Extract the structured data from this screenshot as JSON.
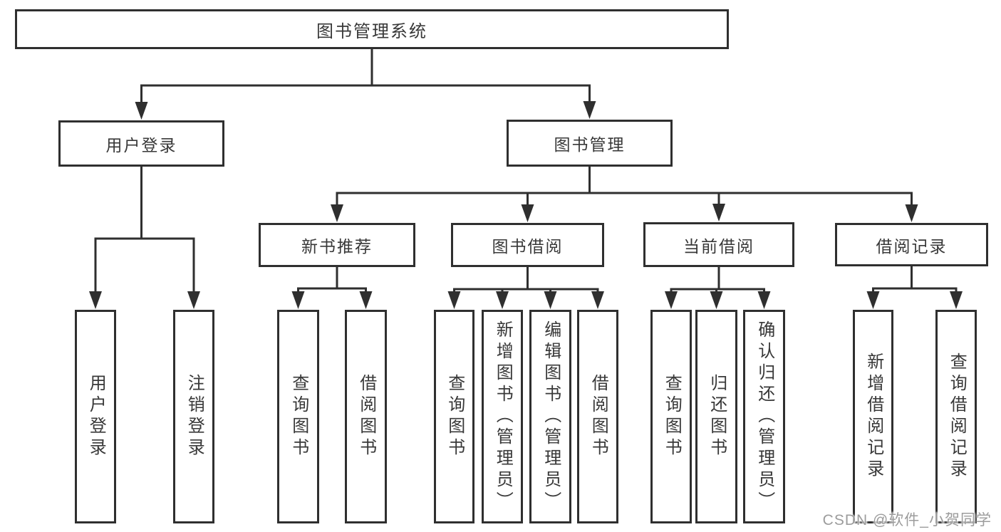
{
  "diagram": {
    "root": {
      "label": "图书管理系统"
    },
    "level2": [
      {
        "label": "用户登录"
      },
      {
        "label": "图书管理"
      }
    ],
    "level3": [
      {
        "label": "新书推荐"
      },
      {
        "label": "图书借阅"
      },
      {
        "label": "当前借阅"
      },
      {
        "label": "借阅记录"
      }
    ],
    "leaves": [
      {
        "label": "用户登录"
      },
      {
        "label": "注销登录"
      },
      {
        "label": "查询图书"
      },
      {
        "label": "借阅图书"
      },
      {
        "label": "查询图书"
      },
      {
        "label": "新增图书（管理员）"
      },
      {
        "label": "编辑图书（管理员）"
      },
      {
        "label": "借阅图书"
      },
      {
        "label": "查询图书"
      },
      {
        "label": "归还图书"
      },
      {
        "label": "确认归还（管理员）"
      },
      {
        "label": "新增借阅记录"
      },
      {
        "label": "查询借阅记录"
      }
    ]
  },
  "watermark": {
    "text": "CSDN @软件_小贺同学"
  },
  "colors": {
    "line": "#2f2f2f",
    "text": "#383838",
    "background": "#ffffff",
    "watermark": "#9c9c9c"
  }
}
